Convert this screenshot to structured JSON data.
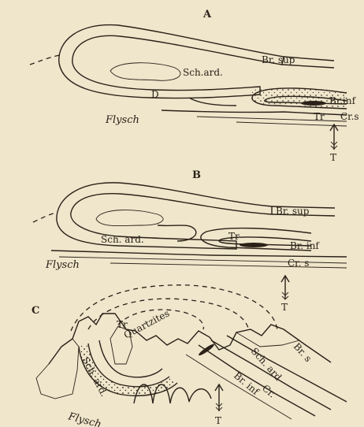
{
  "panels": {
    "a": {
      "letter": "A",
      "labels": {
        "br_sup": "Br. sup",
        "sch_ard": "Sch.ard.",
        "d": "D",
        "br_inf": "Br.inf",
        "tr": "Tr",
        "cr": "Cr.s",
        "flysch": "Flysch",
        "t": "T"
      }
    },
    "b": {
      "letter": "B",
      "labels": {
        "br_sup": "Br. sup",
        "sch_ard": "Sch. ard.",
        "tr": "Tr",
        "br_inf": "Br. inf",
        "cr": "Cr. s",
        "flysch": "Flysch",
        "t": "T"
      }
    },
    "c": {
      "letter": "C",
      "labels": {
        "tr": "Tr",
        "quartzites": "Quartzites",
        "sch_ard_left": "Sch. ard.",
        "sch_ard_right": "Sch. ard",
        "br_s": "Br. s",
        "br_inf": "Br. inf",
        "cr": "Cr.",
        "flysch": "Flysch",
        "t": "T"
      }
    }
  }
}
